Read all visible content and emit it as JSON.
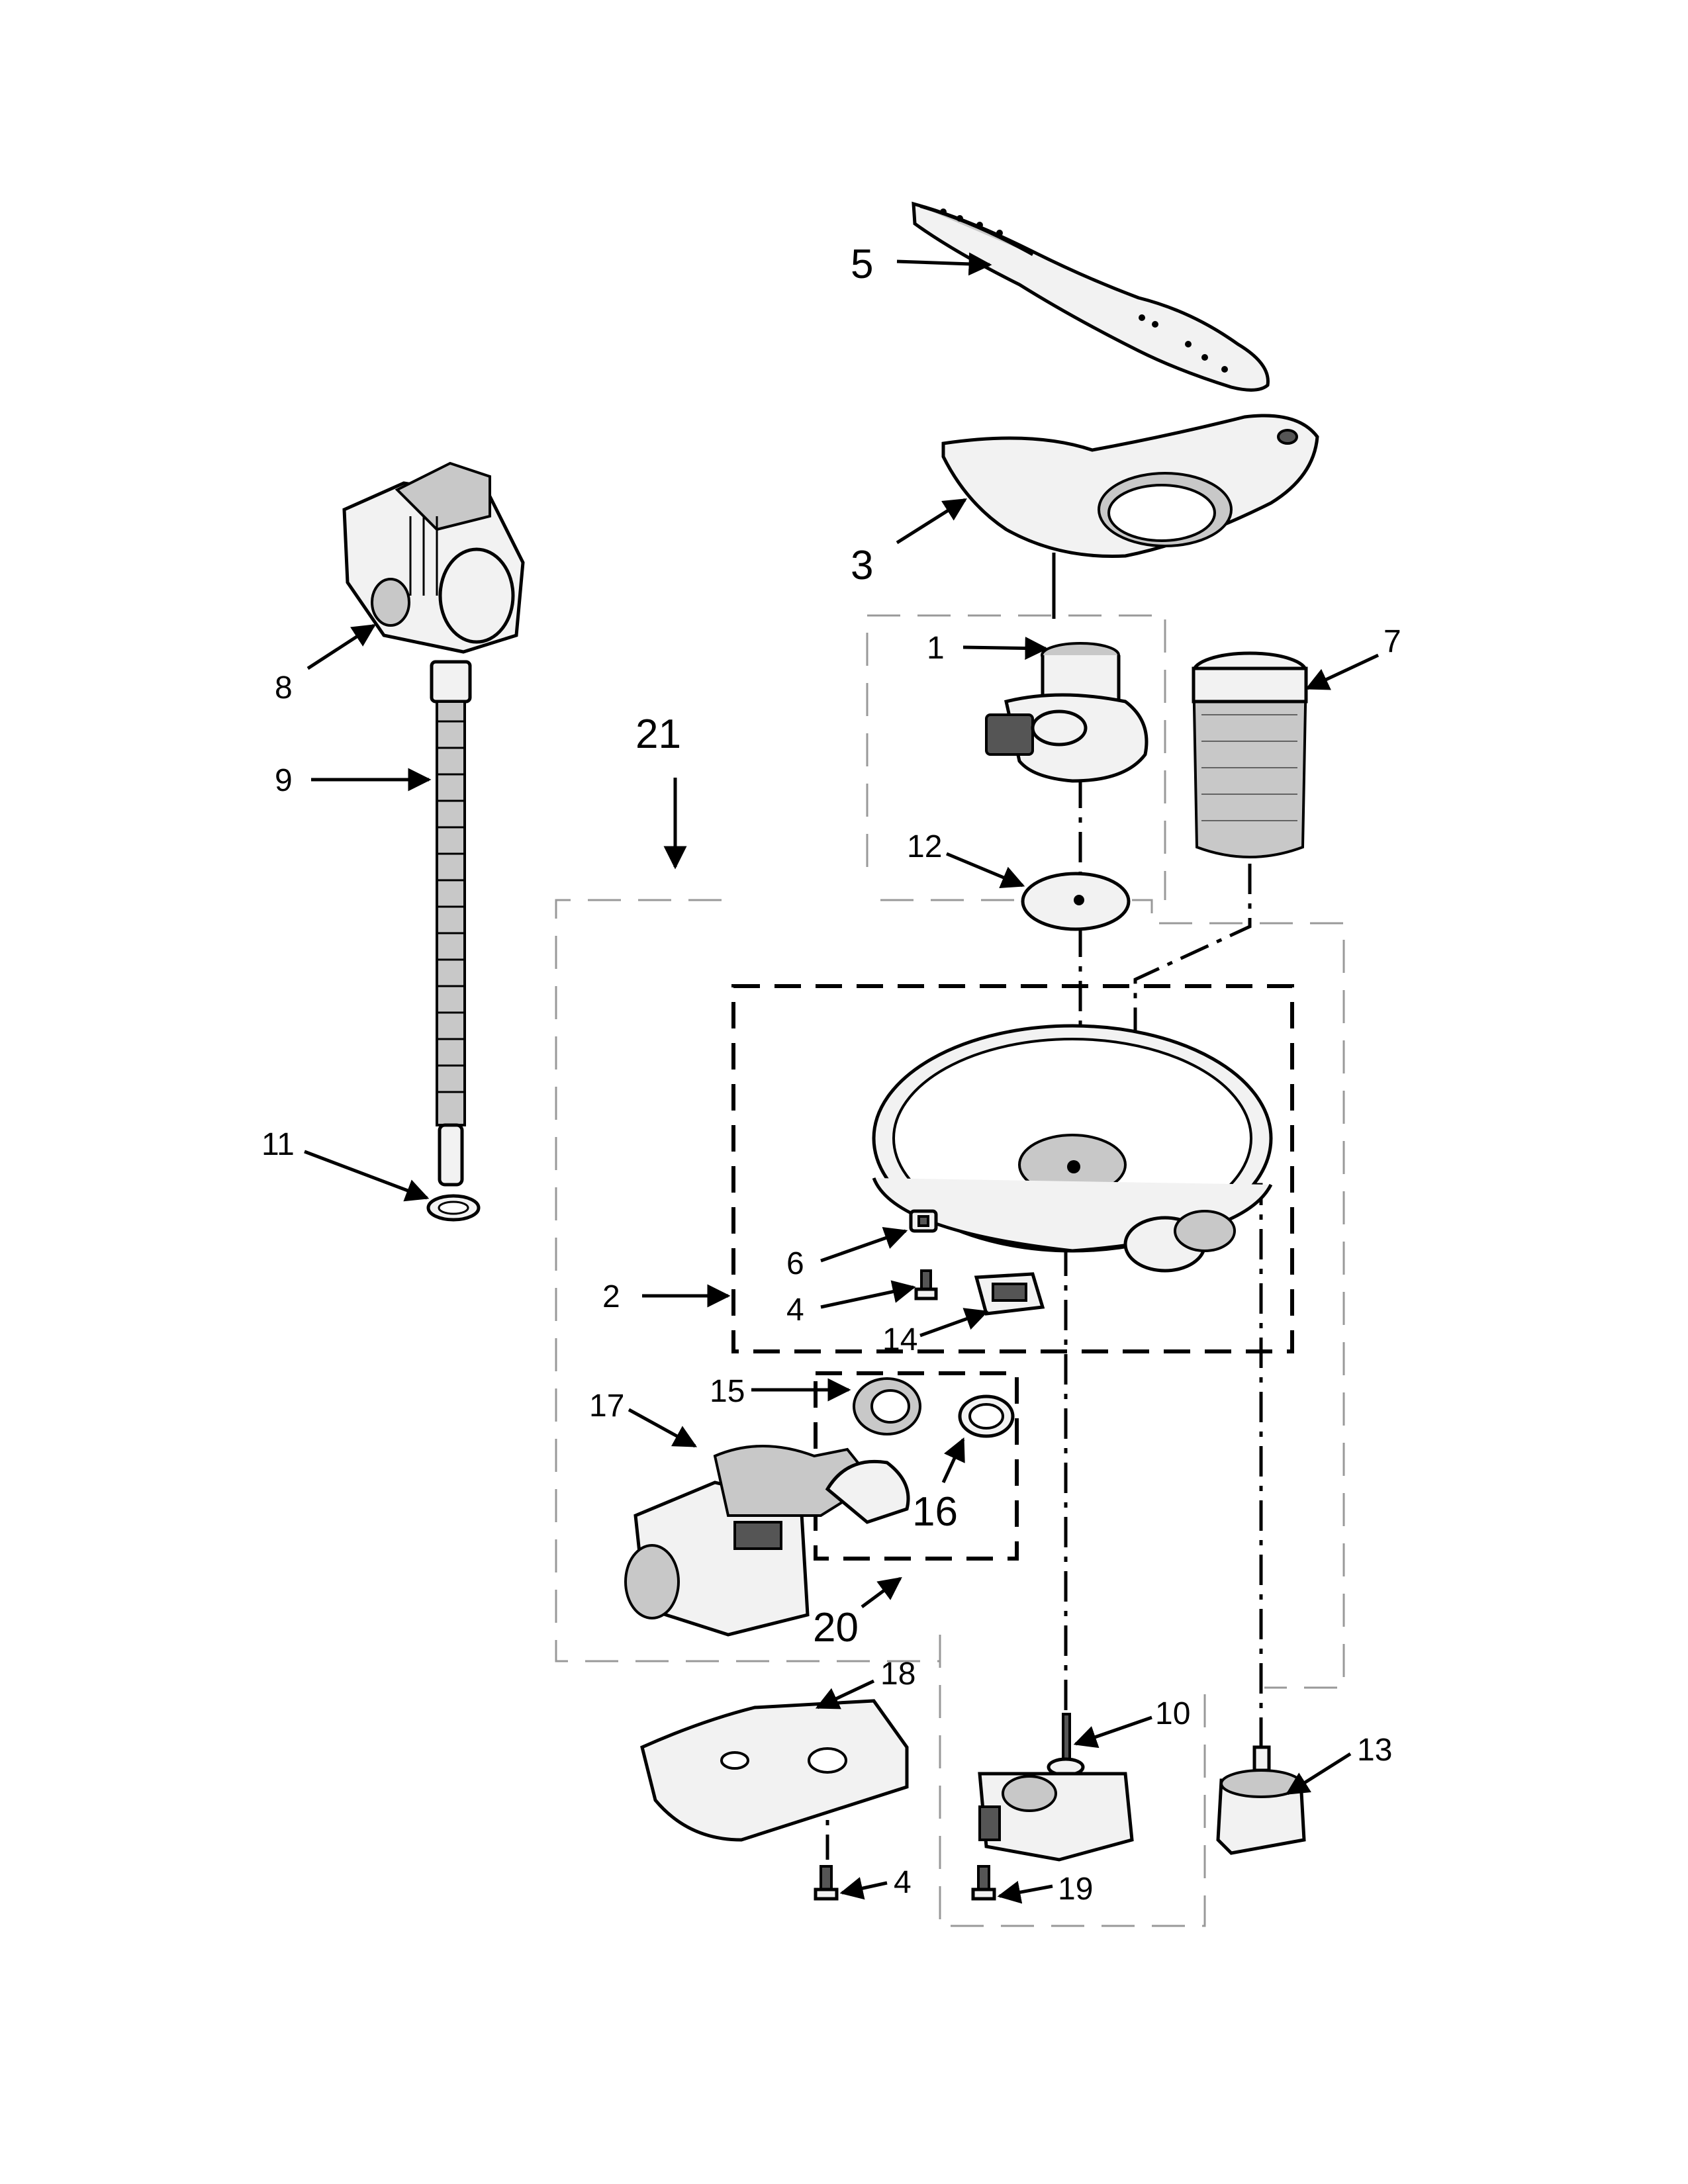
{
  "callouts": {
    "c1": "1",
    "c2": "2",
    "c3": "3",
    "c4a": "4",
    "c4b": "4",
    "c5": "5",
    "c6": "6",
    "c7": "7",
    "c8": "8",
    "c9": "9",
    "c10": "10",
    "c11": "11",
    "c12": "12",
    "c13": "13",
    "c14": "14",
    "c15": "15",
    "c16": "16",
    "c17": "17",
    "c18": "18",
    "c19": "19",
    "c20": "20",
    "c21": "21"
  },
  "colors": {
    "line": "#000000",
    "part_fill": "#f2f2f2",
    "shade": "#555555",
    "group_border": "#999999"
  }
}
